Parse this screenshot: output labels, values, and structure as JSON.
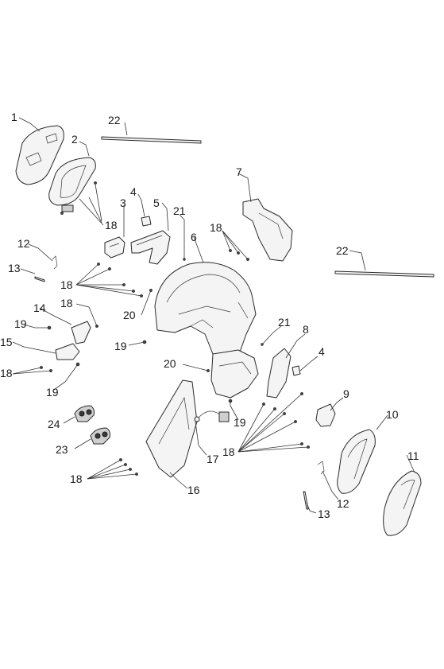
{
  "callouts": {
    "c1": "1",
    "c2": "2",
    "c3": "3",
    "c4a": "4",
    "c4b": "4",
    "c5": "5",
    "c6": "6",
    "c7": "7",
    "c8": "8",
    "c9": "9",
    "c10": "10",
    "c11": "11",
    "c12a": "12",
    "c12b": "12",
    "c13a": "13",
    "c13b": "13",
    "c14": "14",
    "c15": "15",
    "c16": "16",
    "c17": "17",
    "c18a": "18",
    "c18b": "18",
    "c18c": "18",
    "c18d": "18",
    "c18e": "18",
    "c18f": "18",
    "c18g": "18",
    "c19a": "19",
    "c19b": "19",
    "c19c": "19",
    "c19d": "19",
    "c20a": "20",
    "c20b": "20",
    "c21a": "21",
    "c21b": "21",
    "c22a": "22",
    "c22b": "22",
    "c23": "23",
    "c24": "24"
  }
}
